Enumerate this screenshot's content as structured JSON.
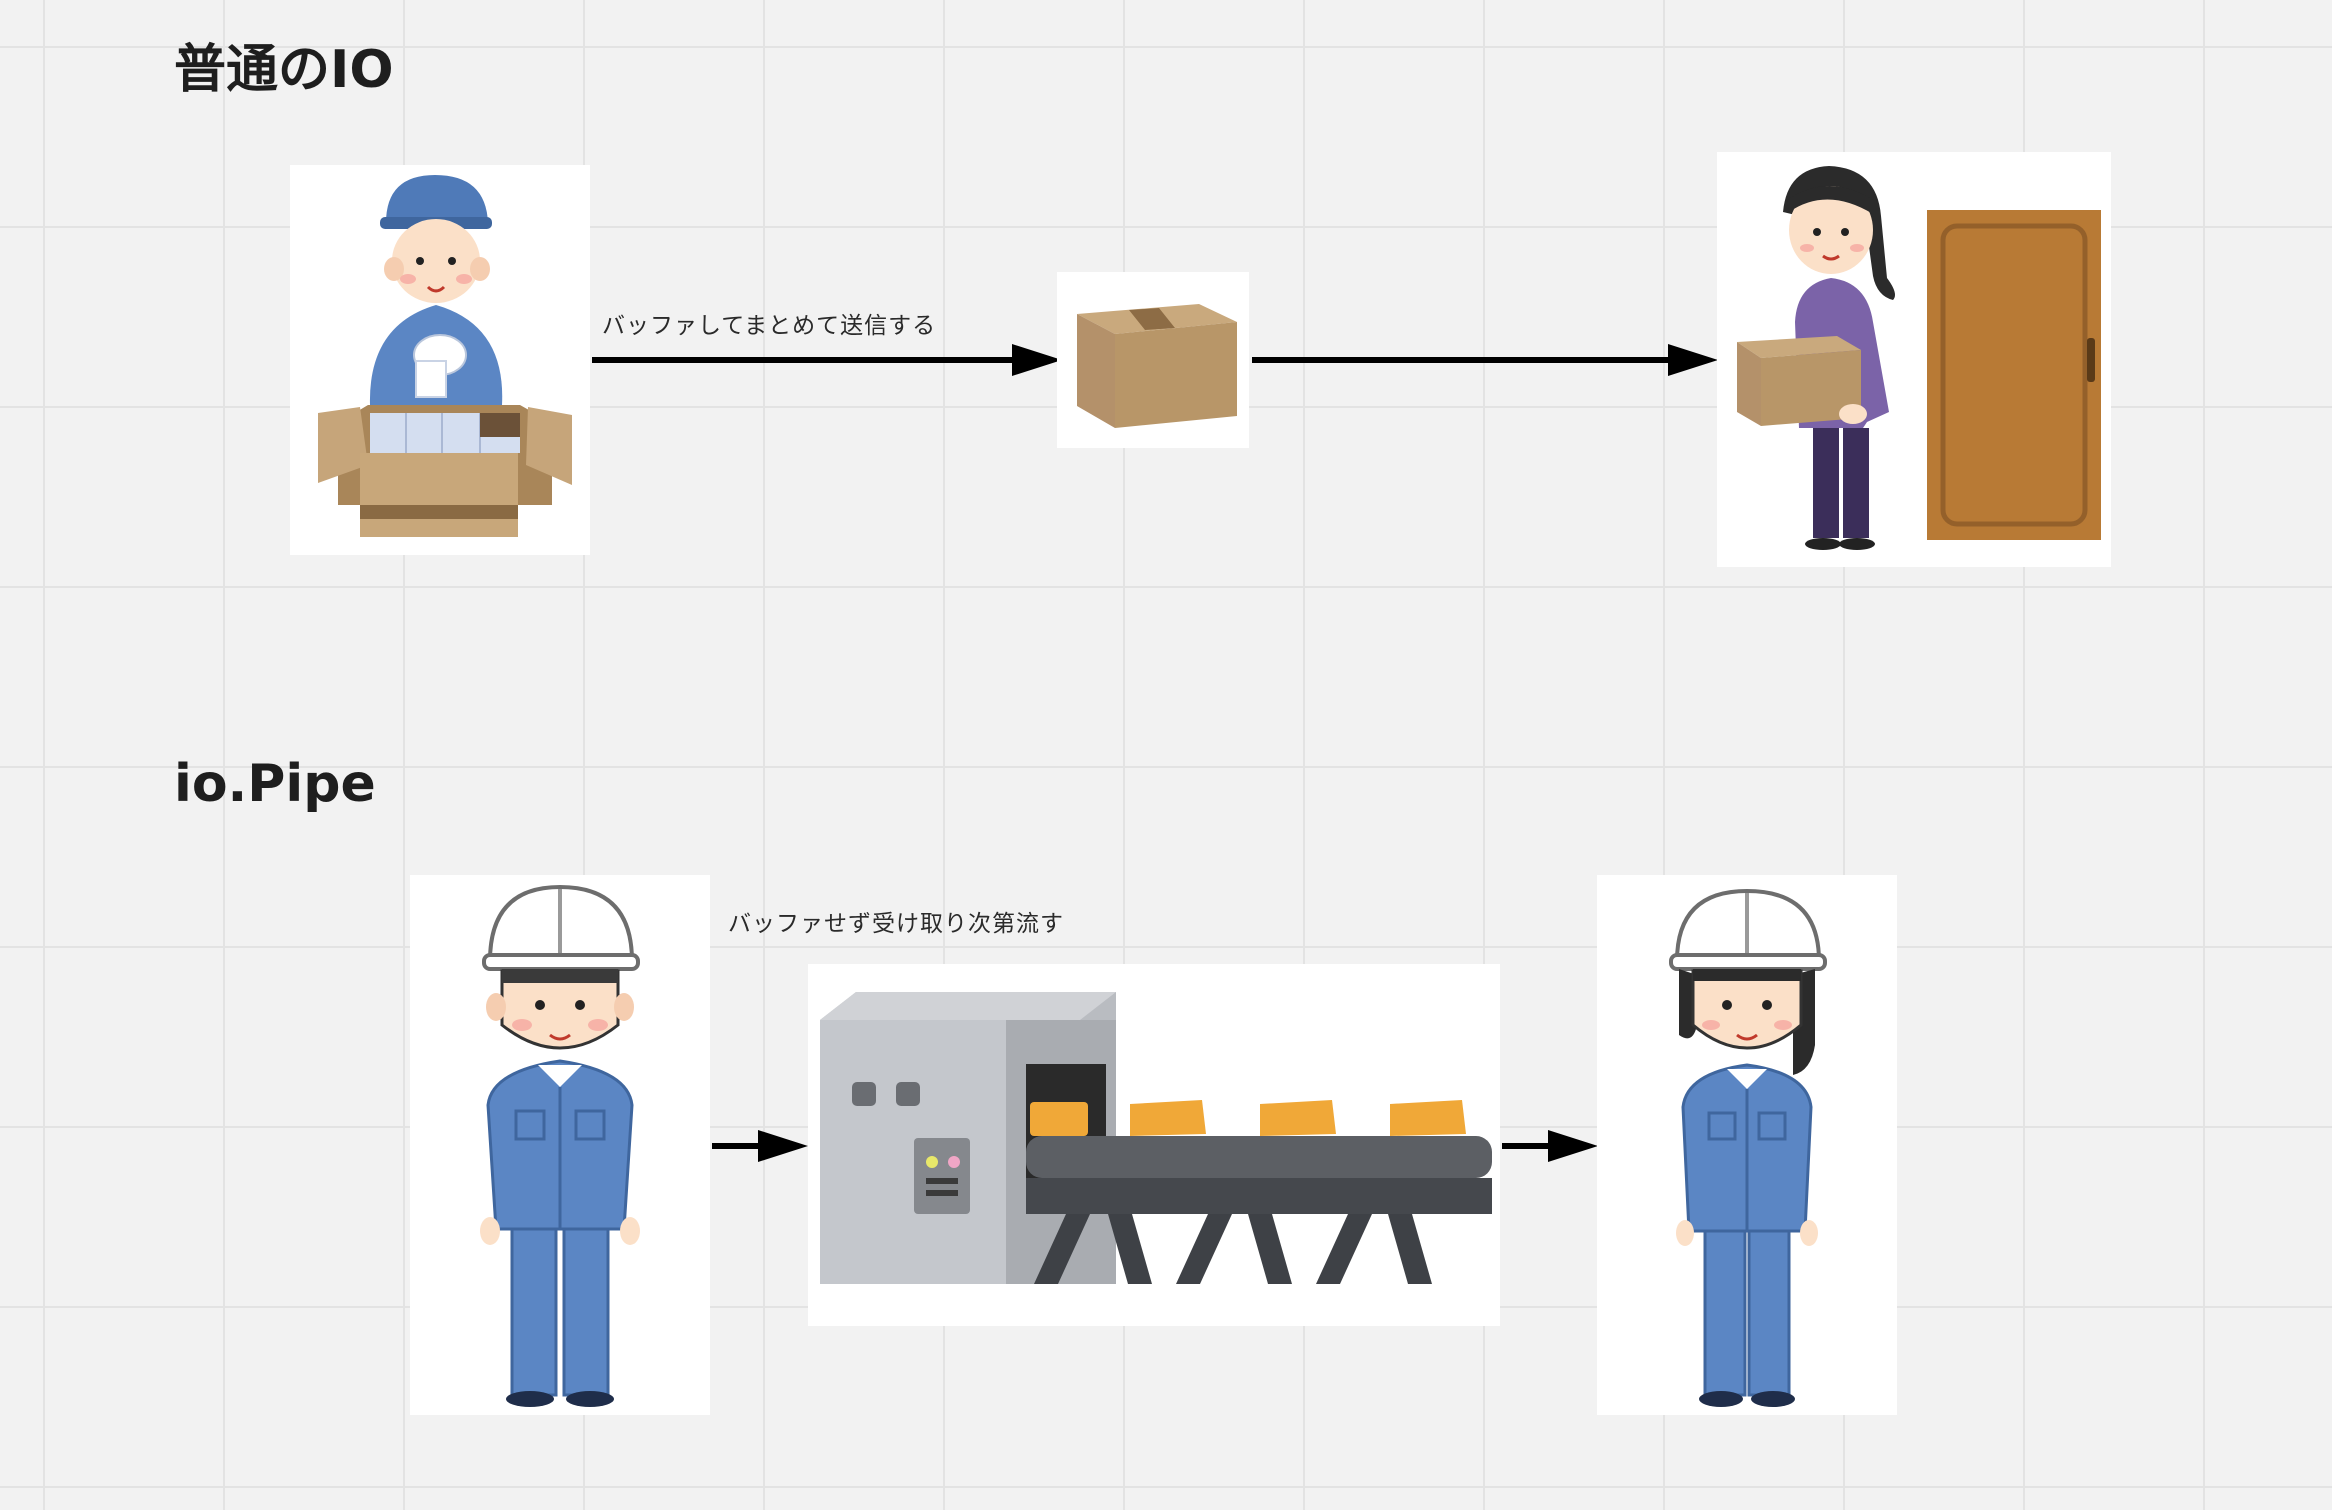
{
  "sections": [
    {
      "title": "普通のIO",
      "caption": "バッファしてまとめて送信する"
    },
    {
      "title": "io.Pipe",
      "caption": "バッファせず受け取り次第流す"
    }
  ],
  "colors": {
    "background": "#f2f2f2",
    "grid": "#e3e3e3",
    "arrow": "#000000",
    "cardboard": "#b89668",
    "uniform": "#5b86c4",
    "door": "#b87a35"
  },
  "icons": [
    "packing-worker-icon",
    "cardboard-box-icon",
    "recipient-at-door-icon",
    "helmet-worker-icon",
    "conveyor-machine-icon",
    "helmet-worker-woman-icon"
  ]
}
